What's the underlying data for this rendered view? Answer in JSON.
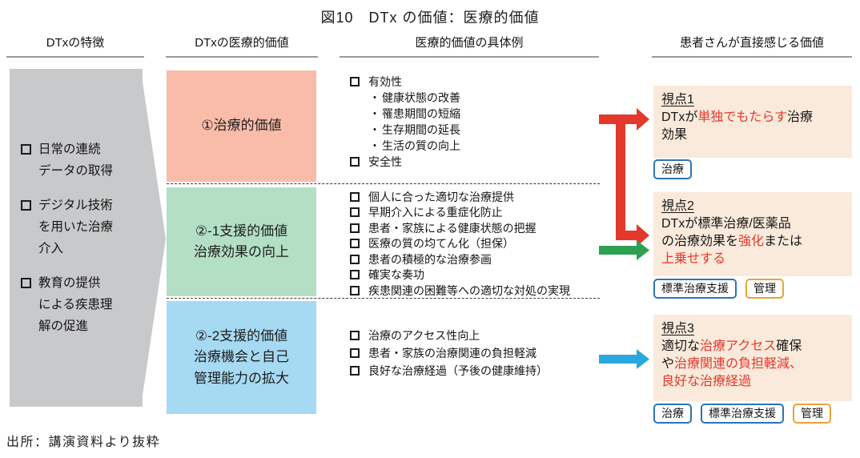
{
  "title": "図10　DTx の価値：医療的価値",
  "headers": [
    "DTxの特徴",
    "DTxの医療的価値",
    "医療的価値の具体例",
    "患者さんが直接感じる価値"
  ],
  "features": [
    {
      "lines": [
        "日常の連続",
        "データの取得"
      ]
    },
    {
      "lines": [
        "デジタル技術",
        "を用いた治療",
        "介入"
      ]
    },
    {
      "lines": [
        "教育の提供",
        "による疾患理",
        "解の促進"
      ]
    }
  ],
  "value_boxes": [
    {
      "color": "#F9BCA9",
      "lines": [
        "①治療的価値"
      ]
    },
    {
      "color": "#B3DFC5",
      "lines": [
        "②-1支援的価値",
        "治療効果の向上"
      ]
    },
    {
      "color": "#A6D9F2",
      "lines": [
        "②-2支援的価値",
        "治療機会と自己",
        "管理能力の拡大"
      ]
    }
  ],
  "example_groups": [
    {
      "items": [
        {
          "bullet": "check",
          "text": "有効性"
        },
        {
          "bullet": "dot",
          "text": "健康状態の改善"
        },
        {
          "bullet": "dot",
          "text": "罹患期間の短縮"
        },
        {
          "bullet": "dot",
          "text": "生存期間の延長"
        },
        {
          "bullet": "dot",
          "text": "生活の質の向上"
        },
        {
          "bullet": "check",
          "text": "安全性"
        }
      ]
    },
    {
      "items": [
        {
          "bullet": "check",
          "text": "個人に合った適切な治療提供"
        },
        {
          "bullet": "check",
          "text": "早期介入による重症化防止"
        },
        {
          "bullet": "check",
          "text": "患者・家族による健康状態の把握"
        },
        {
          "bullet": "check",
          "text": "医療の質の均てん化（担保）"
        },
        {
          "bullet": "check",
          "text": "患者の積極的な治療参画"
        },
        {
          "bullet": "check",
          "text": "確実な奏功"
        },
        {
          "bullet": "check",
          "text": "疾患関連の困難等への適切な対処の実現"
        }
      ]
    },
    {
      "items": [
        {
          "bullet": "check",
          "text": "治療のアクセス性向上"
        },
        {
          "bullet": "check",
          "text": "患者・家族の治療関連の負担軽減"
        },
        {
          "bullet": "check",
          "text": "良好な治療経過（予後の健康維持）"
        }
      ]
    }
  ],
  "viewpoints": [
    {
      "title": "視点1",
      "lines": [
        [
          {
            "text": "DTxが"
          },
          {
            "text": "単独でもたらす",
            "red": true
          },
          {
            "text": "治療"
          }
        ],
        [
          {
            "text": "効果"
          }
        ]
      ],
      "tags": [
        {
          "label": "治療",
          "style": "blue"
        }
      ]
    },
    {
      "title": "視点2",
      "lines": [
        [
          {
            "text": "DTxが標準治療/医薬品"
          }
        ],
        [
          {
            "text": "の治療効果を"
          },
          {
            "text": "強化",
            "red": true
          },
          {
            "text": "または"
          }
        ],
        [
          {
            "text": "上乗せする",
            "red": true
          }
        ]
      ],
      "tags": [
        {
          "label": "標準治療支援",
          "style": "blue"
        },
        {
          "label": "管理",
          "style": "orange"
        }
      ]
    },
    {
      "title": "視点3",
      "lines": [
        [
          {
            "text": "適切な"
          },
          {
            "text": "治療アクセス",
            "red": true
          },
          {
            "text": "確保"
          }
        ],
        [
          {
            "text": "や"
          },
          {
            "text": "治療関連の負担軽減、",
            "red": true
          }
        ],
        [
          {
            "text": "良好な治療経過",
            "red": true
          }
        ]
      ],
      "tags": [
        {
          "label": "治療",
          "style": "blue"
        },
        {
          "label": "標準治療支援",
          "style": "blue"
        },
        {
          "label": "管理",
          "style": "orange"
        }
      ]
    }
  ],
  "source": "出所：講演資料より抜粋",
  "icons": {
    "bullet_dot": "・"
  },
  "colors": {
    "panel_gray": "#C8C9CB",
    "viewpoint_bg": "#FAEADB",
    "highlight_red": "#E5382C",
    "arrow_red": "#E5382C",
    "arrow_green": "#2FA052",
    "arrow_blue": "#2AA7DF",
    "tag_blue_border": "#2E74B5",
    "tag_orange_border": "#E9A23B"
  }
}
